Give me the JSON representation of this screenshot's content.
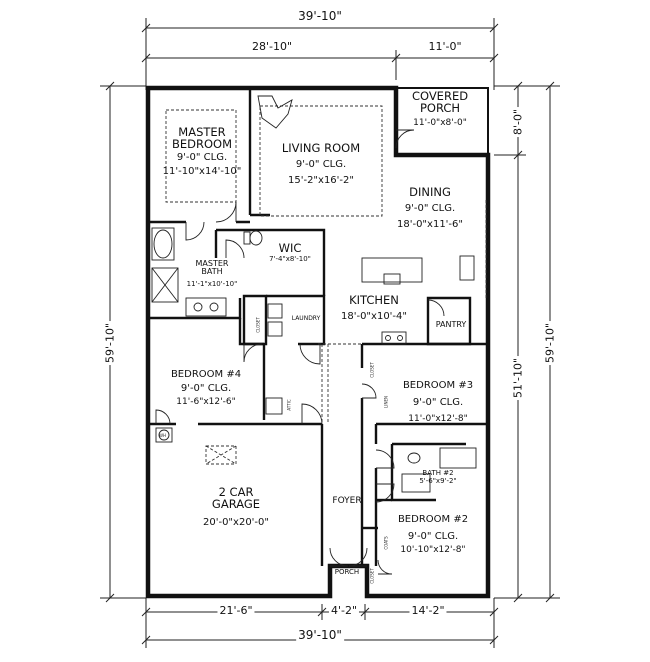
{
  "dimensions": {
    "top_overall": "39'-10\"",
    "top_left": "28'-10\"",
    "top_right": "11'-0\"",
    "bottom_overall": "39'-10\"",
    "bottom_left": "21'-6\"",
    "bottom_mid": "4'-2\"",
    "bottom_right": "14'-2\"",
    "left_overall": "59'-10\"",
    "right_porch": "8'-0\"",
    "right_inner": "51'-10\"",
    "right_overall": "59'-10\""
  },
  "rooms": {
    "master_bedroom": {
      "name_line1": "MASTER",
      "name_line2": "BEDROOM",
      "ceiling": "9'-0\" CLG.",
      "size": "11'-10\"x14'-10\""
    },
    "living_room": {
      "name": "LIVING ROOM",
      "ceiling": "9'-0\" CLG.",
      "size": "15'-2\"x16'-2\""
    },
    "covered_porch": {
      "name_line1": "COVERED",
      "name_line2": "PORCH",
      "size": "11'-0\"x8'-0\""
    },
    "dining": {
      "name": "DINING",
      "ceiling": "9'-0\" CLG.",
      "size": "18'-0\"x11'-6\""
    },
    "wic": {
      "name": "WIC",
      "size": "7'-4\"x8'-10\""
    },
    "master_bath": {
      "name_line1": "MASTER",
      "name_line2": "BATH",
      "size": "11'-1\"x10'-10\""
    },
    "kitchen": {
      "name": "KITCHEN",
      "size": "18'-0\"x10'-4\""
    },
    "pantry": {
      "name": "PANTRY"
    },
    "laundry": {
      "name": "LAUNDRY"
    },
    "bedroom4": {
      "name": "BEDROOM #4",
      "ceiling": "9'-0\" CLG.",
      "size": "11'-6\"x12'-6\""
    },
    "bedroom3": {
      "name": "BEDROOM #3",
      "ceiling": "9'-0\" CLG.",
      "size": "11'-0\"x12'-8\""
    },
    "bath2": {
      "name": "BATH #2",
      "size": "5'-6\"x9'-2\""
    },
    "garage": {
      "name_line1": "2 CAR",
      "name_line2": "GARAGE",
      "size": "20'-0\"x20'-0\""
    },
    "foyer": {
      "name": "FOYER"
    },
    "bedroom2": {
      "name": "BEDROOM #2",
      "ceiling": "9'-0\" CLG.",
      "size": "10'-10\"x12'-8\""
    },
    "porch": {
      "name": "PORCH"
    }
  },
  "small_labels": {
    "closet": "CLOSET",
    "linen": "LINEN",
    "coats": "COATS",
    "attic": "ATTIC",
    "whd": "WH"
  }
}
